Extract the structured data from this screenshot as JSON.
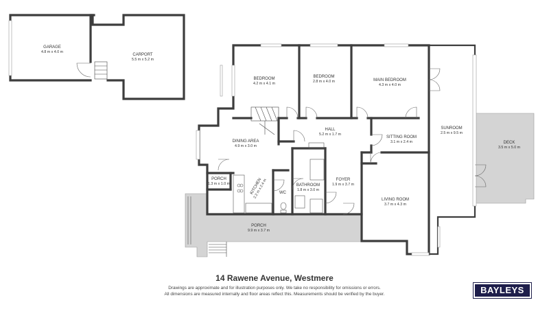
{
  "property": {
    "address": "14 Rawene Avenue, Westmere"
  },
  "disclaimer": {
    "line1": "Drawings are approximate and for illustration purposes only. We take no responsibility for omissions or errors.",
    "line2": "All dimensions are measured internally and floor areas reflect this. Measurements should be verified by the buyer."
  },
  "brand": {
    "logo_text": "BAYLEYS",
    "color": "#1e1e4b"
  },
  "rooms": {
    "garage": {
      "name": "GARAGE",
      "size": "4.8 m x 4.0 m"
    },
    "carport": {
      "name": "CARPORT",
      "size": "5.5 m x 5.2 m"
    },
    "bedroom1": {
      "name": "BEDROOM",
      "size": "4.2 m x 4.1 m"
    },
    "bedroom2": {
      "name": "BEDROOM",
      "size": "2.8 m x 4.0 m"
    },
    "main_bedroom": {
      "name": "MAIN BEDROOM",
      "size": "4.3 m x 4.0 m"
    },
    "hall": {
      "name": "HALL",
      "size": "5.2 m x 1.7 m"
    },
    "dining": {
      "name": "DINING AREA",
      "size": "4.9 m x 3.0 m"
    },
    "sitting": {
      "name": "SITTING ROOM",
      "size": "3.1 m x 2.4 m"
    },
    "sunroom": {
      "name": "SUNROOM",
      "size": "2.5 m x 9.5 m"
    },
    "deck": {
      "name": "DECK",
      "size": "3.5 m x 5.0 m"
    },
    "porch_small": {
      "name": "PORCH",
      "size": "1.3 m x 1.0 m"
    },
    "kitchen": {
      "name": "KITCHEN",
      "size": "2.2 m x 2.4 m"
    },
    "wc": {
      "name": "WC"
    },
    "bathroom": {
      "name": "BATHROOM",
      "size": "1.8 m x 3.0 m"
    },
    "foyer": {
      "name": "FOYER",
      "size": "1.9 m x 3.7 m"
    },
    "living": {
      "name": "LIVING ROOM",
      "size": "3.7 m x 4.3 m"
    },
    "porch_large": {
      "name": "PORCH",
      "size": "9.9 m x 3.7 m"
    }
  }
}
